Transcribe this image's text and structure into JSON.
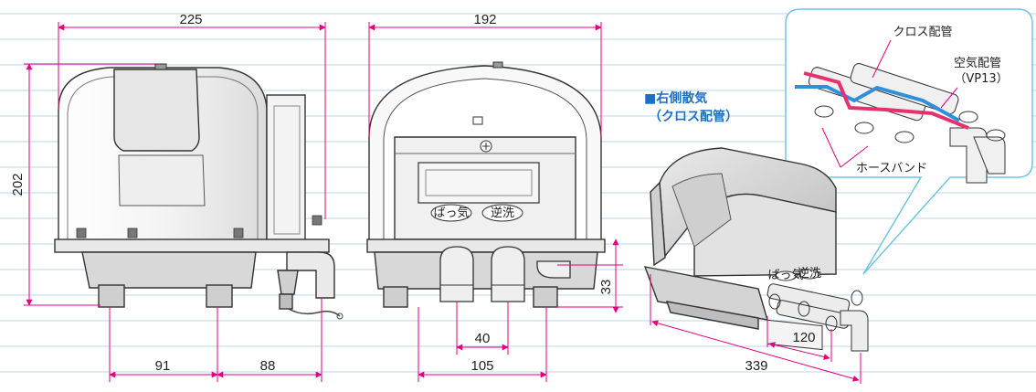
{
  "dimensions": {
    "front_width": "225",
    "side_width": "192",
    "front_height": "202",
    "front_foot_left": "91",
    "front_foot_right": "88",
    "side_outlet_gap": "40",
    "side_foot_span": "105",
    "side_pipe_height": "33",
    "iso_pipe_offset": "120",
    "iso_total_length": "339"
  },
  "heading": {
    "line1": "■右側散気",
    "line2": "（クロス配管）"
  },
  "callouts": {
    "cross_pipe": "クロス配管",
    "air_pipe": "空気配管",
    "air_pipe_size": "（VP13）",
    "hose_band": "ホースバンド"
  },
  "panel_labels": {
    "aeration": "ばっ気",
    "backwash": "逆洗"
  },
  "colors": {
    "dimension_line": "#e4007f",
    "heading": "#1c6fc4",
    "grid_line": "#b9d4ee",
    "pipe_red": "#e5326e",
    "pipe_blue": "#2f8fd8",
    "zoom_frame": "#6fc6e0"
  }
}
